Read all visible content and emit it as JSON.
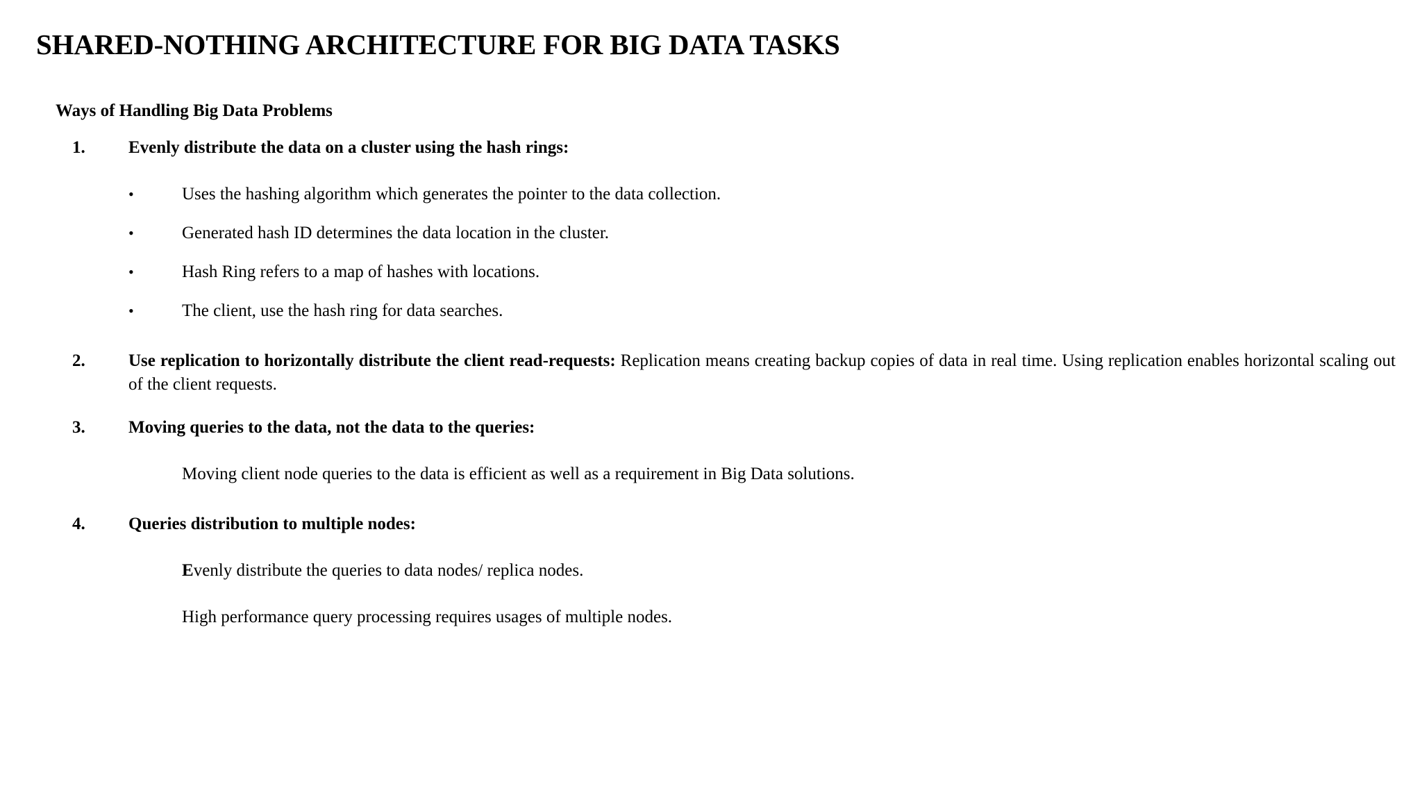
{
  "document": {
    "title": "SHARED-NOTHING ARCHITECTURE FOR BIG DATA TASKS",
    "subtitle": "Ways of Handling Big Data Problems",
    "items": [
      {
        "marker": "1.",
        "heading": "Evenly distribute the data on a cluster using the hash rings:",
        "bullets": [
          "Uses the hashing algorithm which generates the pointer to the data collection.",
          "Generated hash ID determines the data location in the cluster.",
          "Hash Ring refers to a map of hashes with locations.",
          "The client, use the hash ring for data searches."
        ]
      },
      {
        "marker": "2.",
        "heading": "Use replication to horizontally distribute the client read-requests:",
        "body": " Replication means creating backup copies of data in real time. Using replication enables horizontal scaling out of the client requests."
      },
      {
        "marker": "3.",
        "heading": "Moving queries to the data, not the data to the queries:",
        "paragraphs": [
          "Moving client node queries to the data is efficient as well as a requirement in Big Data solutions."
        ]
      },
      {
        "marker": "4.",
        "heading": "Queries distribution to multiple nodes:",
        "paragraphs": [
          "venly distribute the queries to data nodes/ replica nodes.",
          "High performance query processing requires usages of multiple nodes."
        ],
        "paragraph_lead": "E"
      }
    ]
  },
  "bullet_glyph": "•"
}
